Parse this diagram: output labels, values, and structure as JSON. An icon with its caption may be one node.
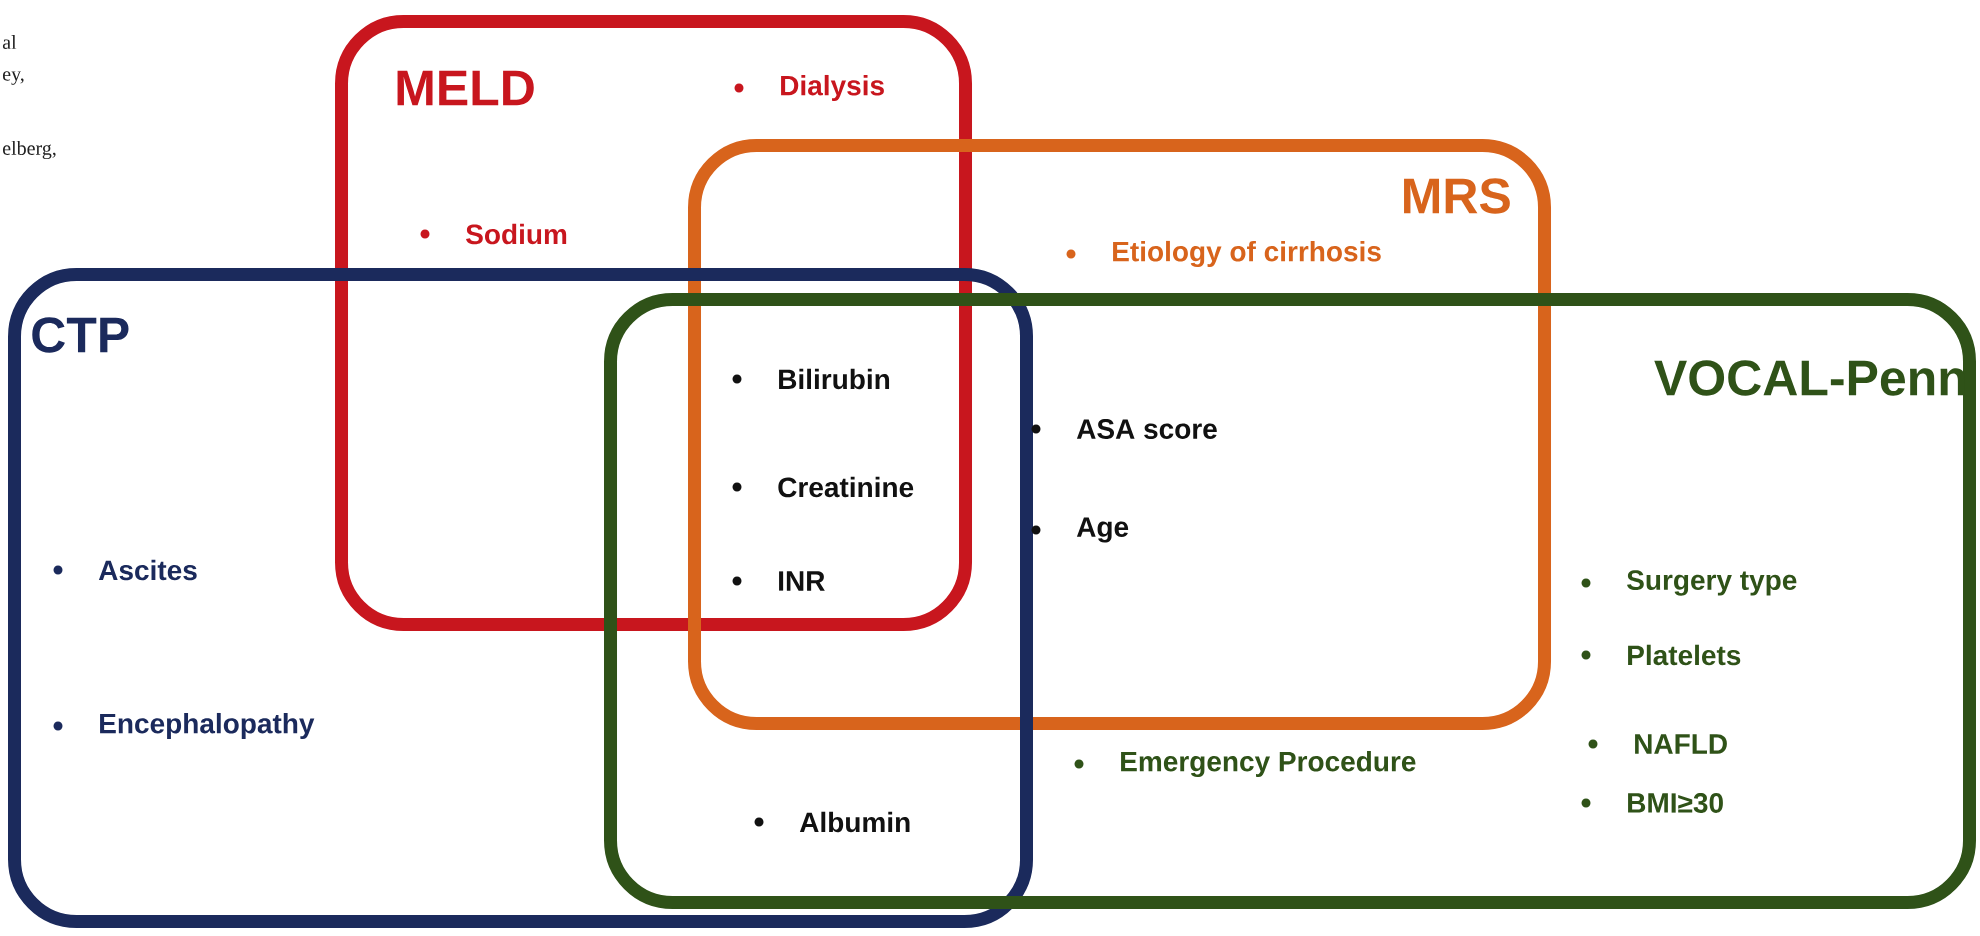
{
  "diagram": {
    "nodes": [
      {
        "text": [
          "MELD"
        ]
      },
      {
        "text": [
          "MRS"
        ]
      },
      {
        "text": [
          "CTP"
        ]
      },
      {
        "text": [
          "VOCAL-Penn"
        ]
      }
    ],
    "labels": [
      "al",
      "ey,",
      "Dialysis",
      "elberg,",
      "Sodium",
      "Etiology of cirrhosis",
      "Bilirubin",
      "ASA score",
      "Creatinine",
      "Age",
      "Ascites",
      "INR",
      "Surgery type",
      "Platelets",
      "Encephalopathy",
      "NAFLD",
      "Emergency Procedure",
      "BMI≥30",
      "Albumin"
    ]
  }
}
